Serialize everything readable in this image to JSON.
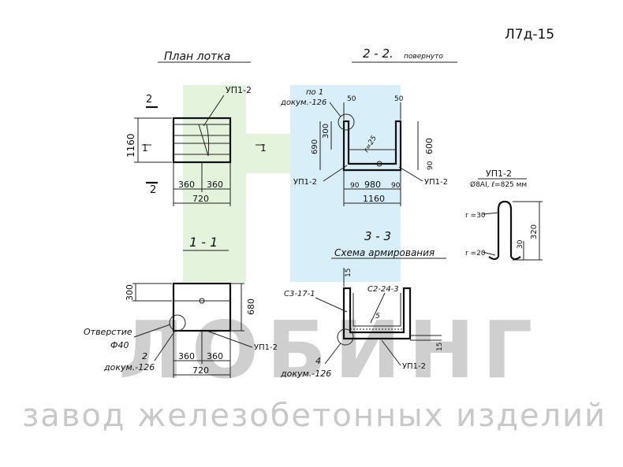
{
  "sheet_code": "Л7д-15",
  "watermark": {
    "word": "ЛОБИНГ",
    "subtitle": "завод железобетонных изделий"
  },
  "plan": {
    "title": "План лотка",
    "section_2": "2",
    "section_1": "1",
    "loop_label": "УП1-2",
    "dim_height": "1160",
    "dim_a": "360",
    "dim_b": "360",
    "dim_total": "720"
  },
  "section22": {
    "title": "2 - 2.",
    "note": "повернуто",
    "ref_top": "по 1",
    "ref_doc": "докум.-126",
    "dim_50_left": "50",
    "dim_50_right": "50",
    "dim_690": "690",
    "dim_300": "300",
    "dim_600": "600",
    "dim_90": "90",
    "dim_r": "r=25",
    "loop_left": "УП1-2",
    "loop_right": "УП1-2",
    "dim_90_left": "90",
    "dim_980": "980",
    "dim_90_right": "90",
    "dim_1160": "1160"
  },
  "loop_detail": {
    "title": "УП1-2",
    "spec": "Ø8АI, ℓ=825 мм",
    "r_top": "r =30",
    "r_bottom": "r =20",
    "dim_30": "30",
    "dim_320": "320"
  },
  "section11": {
    "title": "1 - 1",
    "dim_300": "300",
    "dim_680": "680",
    "hole_label": "Отверстие",
    "hole_dia": "Ф40",
    "ref_num": "2",
    "ref_doc": "докум.-126",
    "loop": "УП1-2",
    "dim_a": "360",
    "dim_b": "360",
    "dim_total": "720"
  },
  "section33": {
    "title": "3 - 3",
    "subtitle": "Схема армирования",
    "dim_15_top": "15",
    "frame": "С3-17-1",
    "mesh": "С2-24-3",
    "dim_5": "5",
    "dim_15_right": "15",
    "ref_num": "4",
    "ref_doc": "докум.-126",
    "loop": "УП1-2"
  }
}
